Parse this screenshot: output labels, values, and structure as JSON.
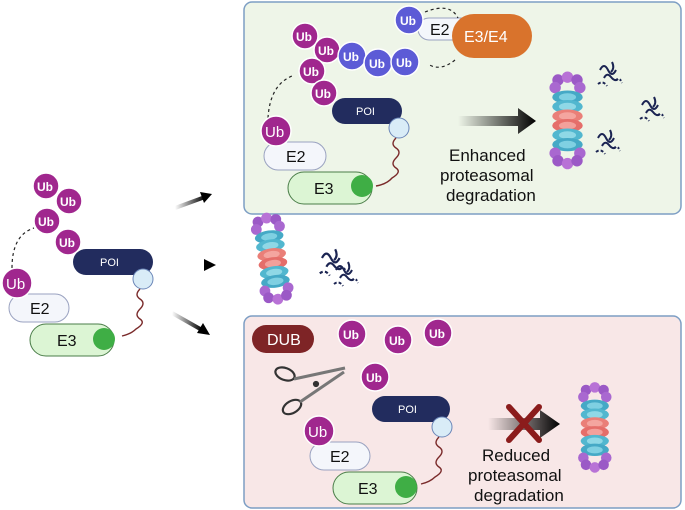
{
  "colors": {
    "ub_magenta": "#a0278e",
    "ub_purple": "#5c5bd6",
    "poi_navy": "#222c5e",
    "e3_green": "#dcf5d4",
    "e3_ball": "#3fae45",
    "e3e4_orange": "#d9732c",
    "dub_red": "#7e2426",
    "panel_green": "#eef5e8",
    "panel_pink": "#f8e7e7",
    "panel_border": "#7d9ec4",
    "cross": "#8b1c1c"
  },
  "labels": {
    "ub": "Ub",
    "e2": "E2",
    "e3": "E3",
    "poi": "POI",
    "e3e4": "E3/E4",
    "dub": "DUB"
  },
  "top_panel": {
    "caption": [
      "Enhanced",
      "proteasomal",
      "degradation"
    ]
  },
  "bottom_panel": {
    "caption": [
      "Reduced",
      "proteasomal",
      "degradation"
    ]
  },
  "icons": [
    "proteasome-icon",
    "peptide-fragments-icon",
    "scissors-icon",
    "cross-icon",
    "arrow-icon"
  ]
}
